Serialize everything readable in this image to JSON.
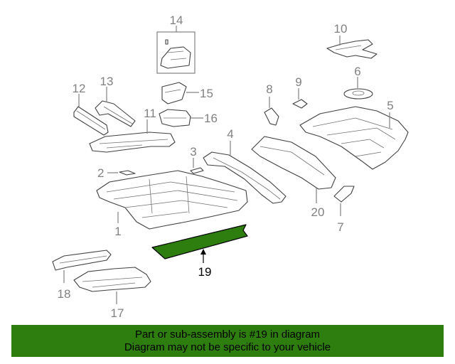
{
  "callouts": {
    "c1": "1",
    "c2": "2",
    "c3": "3",
    "c4": "4",
    "c5": "5",
    "c6": "6",
    "c7": "7",
    "c8": "8",
    "c9": "9",
    "c10": "10",
    "c11": "11",
    "c12": "12",
    "c13": "13",
    "c14": "14",
    "c15": "15",
    "c16": "16",
    "c17": "17",
    "c18": "18",
    "c19": "19",
    "c20": "20"
  },
  "highlight": {
    "part": "19",
    "color": "#2e7d0f"
  },
  "banner": {
    "line1": "Part or sub-assembly is #19 in diagram",
    "line2": "Diagram may not be specific to your vehicle",
    "background": "#2e7d0f"
  }
}
